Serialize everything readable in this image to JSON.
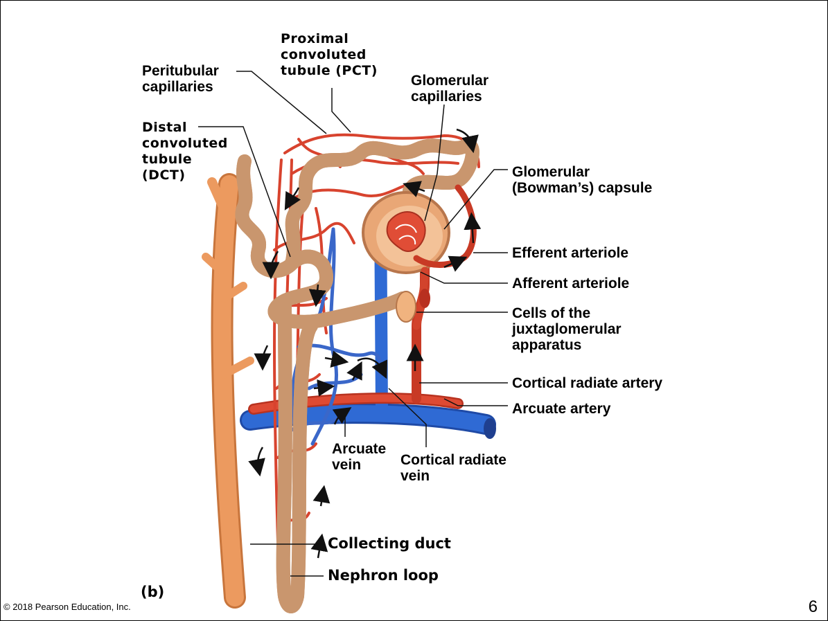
{
  "labels": {
    "proximal": "Proximal\nconvoluted\ntubule (PCT)",
    "peritubular": "Peritubular\ncapillaries",
    "glomerular_capillaries": "Glomerular\ncapillaries",
    "distal": "Distal\nconvoluted\ntubule\n(DCT)",
    "bowman": "Glomerular\n(Bowman’s) capsule",
    "efferent": "Efferent arteriole",
    "afferent": "Afferent arteriole",
    "jga": "Cells of the\njuxtaglomerular\napparatus",
    "cortical_artery": "Cortical radiate artery",
    "arcuate_artery": "Arcuate artery",
    "arcuate_vein": "Arcuate\nvein",
    "cortical_vein": "Cortical radiate\nvein",
    "collecting_duct": "Collecting duct",
    "nephron_loop": "Nephron loop",
    "panel": "(b)"
  },
  "footer": {
    "copyright": "© 2018 Pearson Education, Inc.",
    "page_number": "6"
  },
  "colors": {
    "artery": "#d9422f",
    "vein": "#2f5fbf",
    "tubule": "#f7c9a1",
    "duct": "#ec9a5f"
  }
}
